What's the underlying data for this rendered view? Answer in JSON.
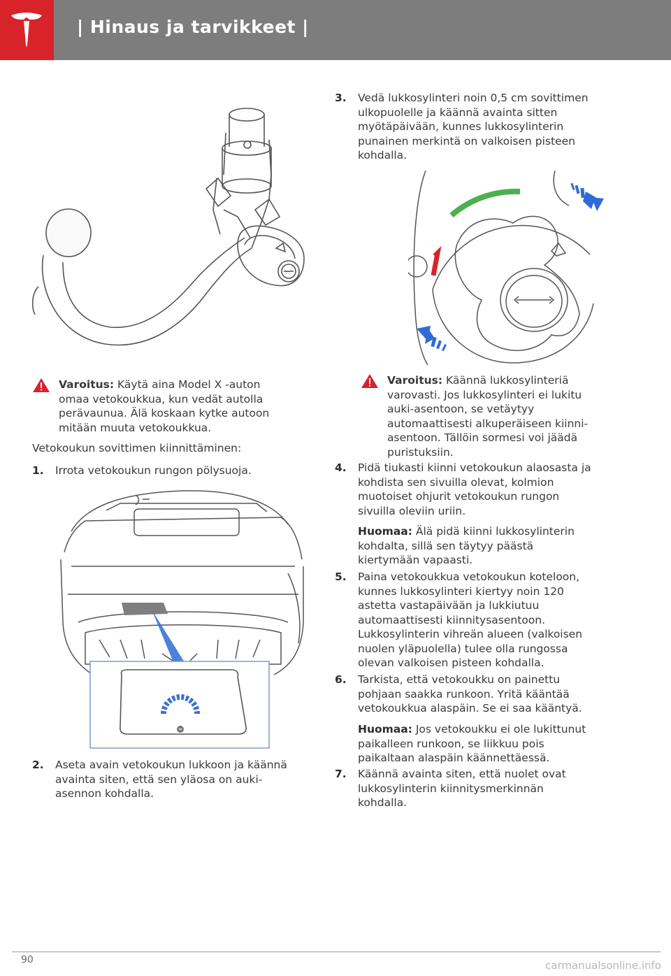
{
  "header": {
    "title": "| Hinaus ja tarvikkeet |",
    "accent": "#d8232a",
    "band": "#7d7d7d"
  },
  "left": {
    "warning": {
      "label": "Varoitus:",
      "text_lines": [
        " Käytä aina Model X -auton",
        "omaa vetokoukkua, kun vedät autolla",
        "perävaunua. Älä koskaan kytke autoon",
        "mitään muuta vetokoukkua."
      ]
    },
    "intro": "Vetokoukun sovittimen kiinnittäminen:",
    "step1": {
      "num": "1.",
      "lines": [
        "Irrota vetokoukun rungon pölysuoja."
      ]
    },
    "step2": {
      "num": "2.",
      "lines": [
        "Aseta avain vetokoukun lukkoon ja käännä",
        "avainta siten, että sen yläosa on auki-",
        "asennon kohdalla."
      ]
    }
  },
  "right": {
    "step3": {
      "num": "3.",
      "lines": [
        "Vedä lukkosylinteri noin 0,5 cm sovittimen",
        "ulkopuolelle ja käännä avainta sitten",
        "myötäpäivään, kunnes lukkosylinterin",
        "punainen merkintä on valkoisen pisteen",
        "kohdalla."
      ]
    },
    "warning": {
      "label": "Varoitus:",
      "text_lines": [
        " Käännä lukkosylinteriä",
        "varovasti. Jos lukkosylinteri ei lukitu",
        "auki-asentoon, se vetäytyy",
        "automaattisesti alkuperäiseen kiinni-",
        "asentoon. Tällöin sormesi voi jäädä",
        "puristuksiin."
      ]
    },
    "step4": {
      "num": "4.",
      "lines": [
        "Pidä tiukasti kiinni vetokoukun alaosasta ja",
        "kohdista sen sivuilla olevat, kolmion",
        "muotoiset ohjurit vetokoukun rungon",
        "sivuilla oleviin uriin."
      ]
    },
    "note1": {
      "label": "Huomaa:",
      "lines": [
        " Älä pidä kiinni lukkosylinterin",
        "kohdalta, sillä sen täytyy päästä",
        "kiertymään vapaasti."
      ]
    },
    "step5": {
      "num": "5.",
      "lines": [
        "Paina vetokoukkua vetokoukun koteloon,",
        "kunnes lukkosylinteri kiertyy noin 120",
        "astetta vastapäivään ja lukkiutuu",
        "automaattisesti kiinnitysasentoon.",
        "Lukkosylinterin vihreän alueen (valkoisen",
        "nuolen yläpuolella) tulee olla rungossa",
        "olevan valkoisen pisteen kohdalla."
      ]
    },
    "step6": {
      "num": "6.",
      "lines": [
        "Tarkista, että vetokoukku on painettu",
        "pohjaan saakka runkoon. Yritä kääntää",
        "vetokoukkua alaspäin. Se ei saa kääntyä."
      ]
    },
    "note2": {
      "label": "Huomaa:",
      "lines": [
        " Jos vetokoukku ei ole lukittunut",
        "paikalleen runkoon, se liikkuu pois",
        "paikaltaan alaspäin käännettäessä."
      ]
    },
    "step7": {
      "num": "7.",
      "lines": [
        "Käännä avainta siten, että nuolet ovat",
        "lukkosylinterin kiinnitysmerkinnän",
        "kohdalla."
      ]
    }
  },
  "footer": {
    "page_number": "90",
    "watermark": "carmanualsonline.info"
  }
}
